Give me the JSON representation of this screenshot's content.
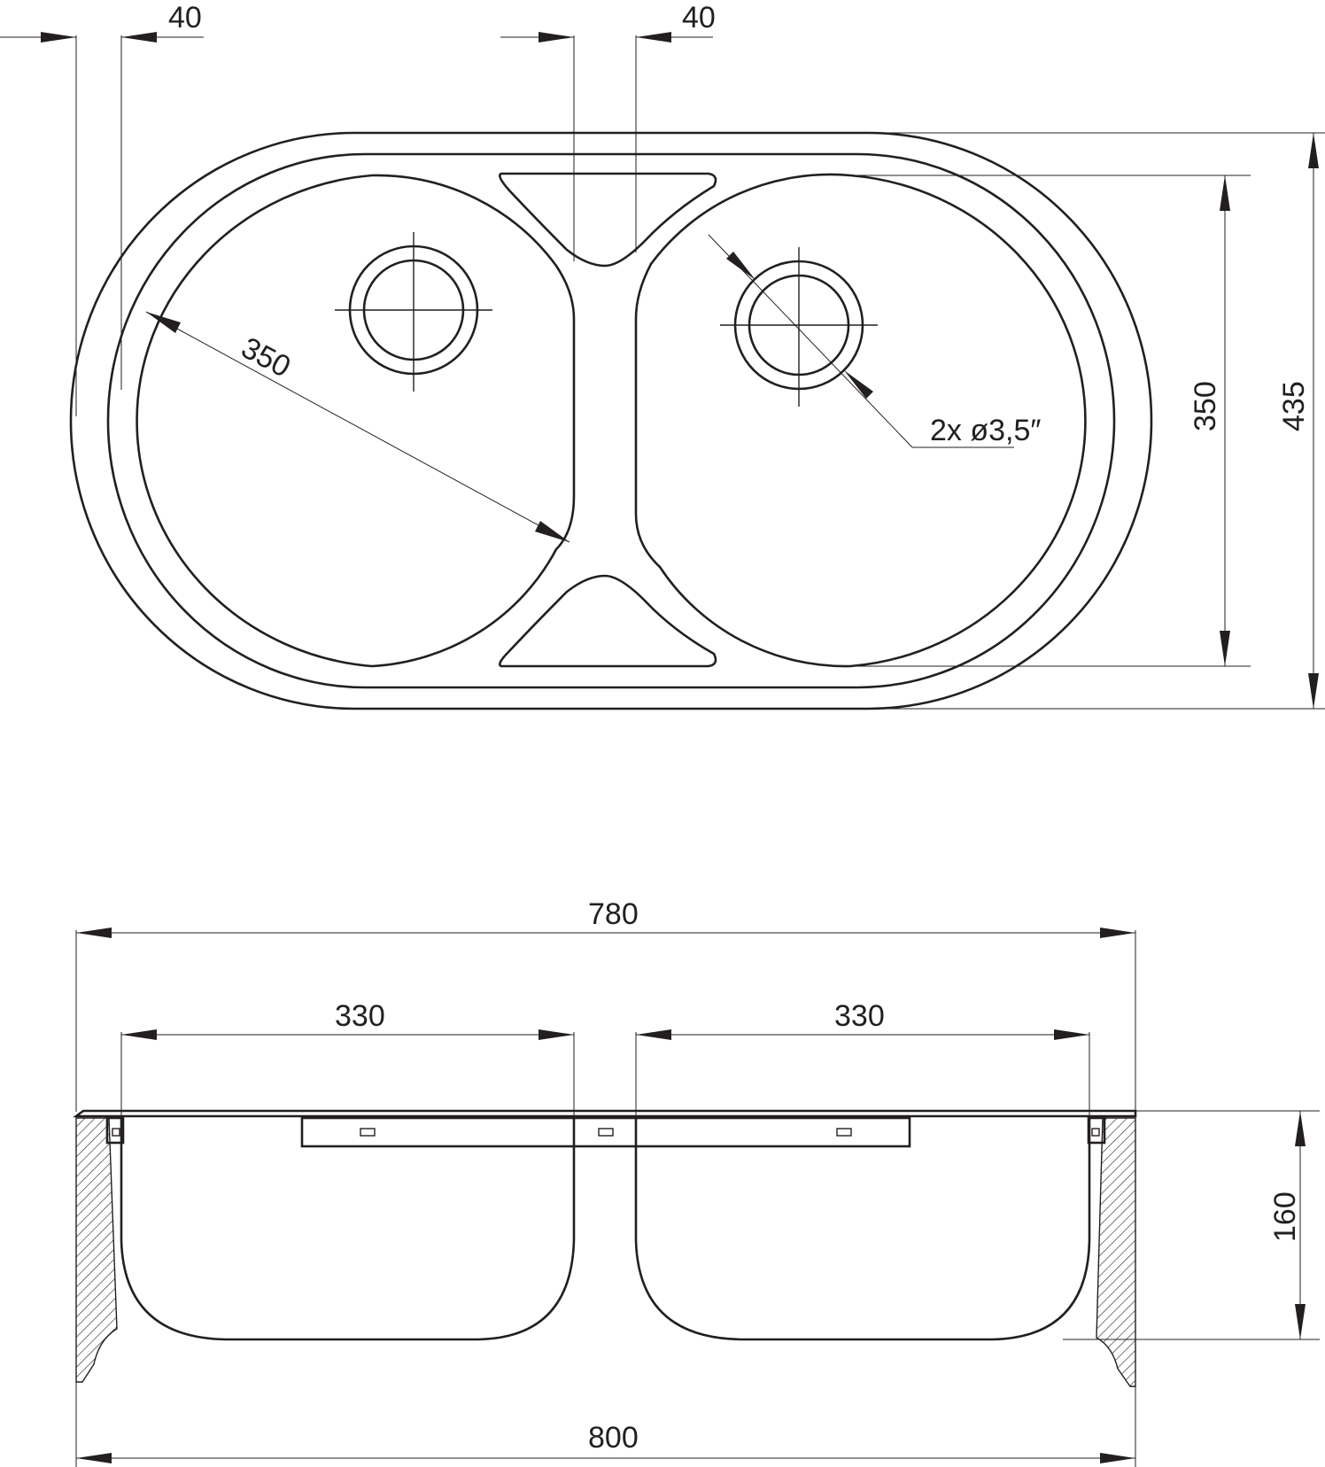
{
  "top_view": {
    "offset_left": "40",
    "offset_middle": "40",
    "bowl_diagonal": "350",
    "bowl_height": "350",
    "overall_height": "435",
    "drain_note": "2x ø3,5″"
  },
  "side_view": {
    "inner_width": "780",
    "bowl_left_width": "330",
    "bowl_right_width": "330",
    "depth": "160",
    "overall_width": "800"
  }
}
